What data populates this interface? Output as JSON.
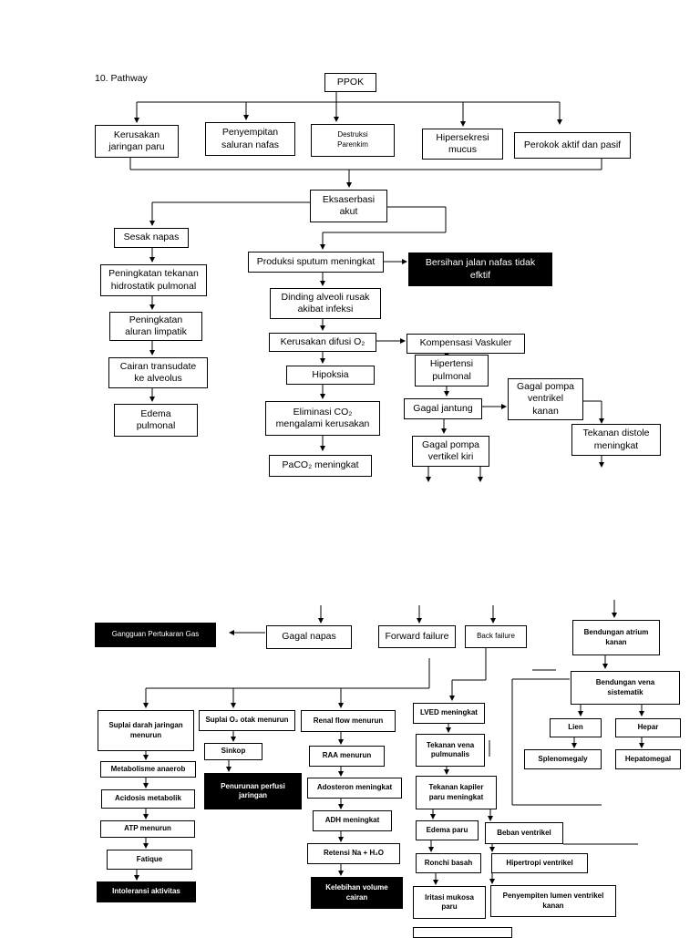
{
  "section_title": "10. Pathway",
  "nodes": {
    "ppok": "PPOK",
    "kerusakan_jaringan": "Kerusakan\njaringan paru",
    "penyempitan_saluran": "Penyempitan\nsaluran nafas",
    "destruksi": "Destruksi\nParenkim",
    "hipersekresi": "Hipersekresi\nmucus",
    "perokok": "Perokok aktif dan pasif",
    "eksaserbasi": "Eksaserbasi\nakut",
    "sesak": "Sesak napas",
    "peningkatan_tekanan": "Peningkatan tekanan\nhidrostatik pulmonal",
    "peningkatan_aliran": "Peningkatan\naluran limpatik",
    "cairan_transudate": "Cairan transudate\nke alveolus",
    "edema_pulmonal": "Edema\npulmonal",
    "produksi_sputum": "Produksi sputum meningkat",
    "bersihan": "Bersihan jalan nafas tidak\nefktif",
    "dinding_alveoli": "Dinding alveoli rusak\nakibat infeksi",
    "kerusakan_difusi": "Kerusakan difusi O₂",
    "kompensasi": "Kompensasi Vaskuler",
    "hipertensi": "Hipertensi\npulmonal",
    "hipoksia": "Hipoksia",
    "gagal_pompa_kanan": "Gagal pompa\nventrikel\nkanan",
    "gagal_jantung": "Gagal jantung",
    "eliminasi": "Eliminasi CO₂\nmengalami kerusakan",
    "tekanan_distole": "Tekanan distole\nmeningkat",
    "gagal_pompa_kiri": "Gagal pompa\nvertikel kiri",
    "paco2": "PaCO₂ meningkat",
    "gangguan_gas": "Gangguan Pertukaran Gas",
    "gagal_napas": "Gagal napas",
    "forward": "Forward failure",
    "back": "Back failure",
    "bendungan_atrium": "Bendungan atrium\nkanan",
    "bendungan_vena": "Bendungan vena\nsistematik",
    "lien": "Lien",
    "hepar": "Hepar",
    "splenomegaly": "Splenomegaly",
    "hepatomegal": "Hepatomegal",
    "suplai_darah": "Suplai darah jaringan\nmenurun",
    "suplai_o2": "Suplai O₂ otak menurun",
    "renal": "Renal flow menurun",
    "lved": "LVED meningkat",
    "metabolisme": "Metabolisme anaerob",
    "sinkop": "Sinkop",
    "raa": "RAA menurun",
    "tekanan_vena": "Tekanan vena\npulmunalis",
    "acidosis": "Acidosis metabolik",
    "penurunan_perfusi": "Penurunan perfusi\njaringan",
    "adosteron": "Adosteron meningkat",
    "tekanan_kapiler": "Tekanan kapiler\nparu meningkat",
    "atp": "ATP menurun",
    "adh": "ADH meningkat",
    "edema_paru": "Edema paru",
    "beban": "Beban ventrikel",
    "fatique": "Fatique",
    "retensi": "Retensi Na + H₂O",
    "ronchi": "Ronchi basah",
    "hipertropi": "Hipertropi ventrikel",
    "intoleransi": "Intoleransi aktivitas",
    "kelebihan": "Kelebihan volume\ncairan",
    "iritasi": "Iritasi mukosa\nparu",
    "penyempiten_lumen": "Penyempiten lumen ventrikel\nkanan"
  }
}
